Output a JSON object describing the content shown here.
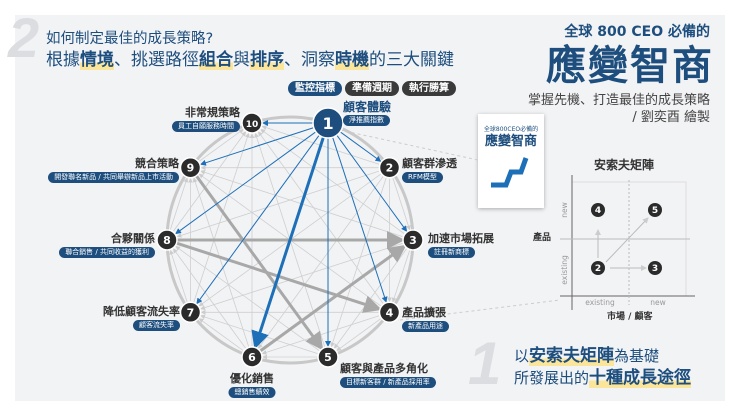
{
  "header": {
    "question": "如何制定最佳的成長策略?",
    "line2": [
      {
        "t": "根據",
        "b": false
      },
      {
        "t": "情境",
        "b": true
      },
      {
        "t": "、挑選路徑",
        "b": false
      },
      {
        "t": "組合",
        "b": true
      },
      {
        "t": "與",
        "b": false
      },
      {
        "t": "排序",
        "b": true
      },
      {
        "t": "、洞察",
        "b": false
      },
      {
        "t": "時機",
        "b": true
      },
      {
        "t": "的三大關鍵",
        "b": false
      }
    ],
    "tags": [
      {
        "label": "監控指標",
        "color": "#1d4e7e"
      },
      {
        "label": "準備週期",
        "color": "#3a3a3a"
      },
      {
        "label": "執行勝算",
        "color": "#3a3a3a"
      }
    ],
    "section_number": "2"
  },
  "brand": {
    "subtitle": "全球 800 CEO 必備的",
    "title": "應變智商",
    "tagline": "掌握先機、打造最佳的成長策略",
    "author": "/ 劉奕酉 繪製"
  },
  "book": {
    "small": "全球800CEO必備的",
    "title": "應變智商"
  },
  "nodes": [
    {
      "n": "1",
      "name": "顧客體驗",
      "metric": "淨推薦指數"
    },
    {
      "n": "2",
      "name": "顧客群滲透",
      "metric": "RFM模型"
    },
    {
      "n": "3",
      "name": "加速市場拓展",
      "metric": "註冊新商標"
    },
    {
      "n": "4",
      "name": "產品擴張",
      "metric": "新產品用途"
    },
    {
      "n": "5",
      "name": "顧客與產品多角化",
      "metric": "目標新客群 / 新產品採用率"
    },
    {
      "n": "6",
      "name": "優化銷售",
      "metric": "總銷售績效"
    },
    {
      "n": "7",
      "name": "降低顧客流失率",
      "metric": "顧客流失率"
    },
    {
      "n": "8",
      "name": "合夥關係",
      "metric": "聯合銷售 / 共同收益的獲利"
    },
    {
      "n": "9",
      "name": "競合策略",
      "metric": "開發聯名新品 / 共同舉辦新品上市活動"
    },
    {
      "n": "10",
      "name": "非常規策略",
      "metric": "員工自願服務時間"
    }
  ],
  "colors": {
    "blue": "#1d6fb8",
    "navy": "#1d4e7e",
    "node": "#2b2b2b",
    "gray": "#a8a8a8"
  },
  "matrix": {
    "title": "安索夫矩陣",
    "y_label": "產品",
    "x_label": "市場 / 顧客",
    "y_ticks": [
      "existing",
      "new"
    ],
    "x_ticks": [
      "existing",
      "new"
    ],
    "cells": [
      "4",
      "5",
      "2",
      "3"
    ]
  },
  "footer": {
    "section_number": "1",
    "l1a": "以",
    "l1b": "安索夫矩陣",
    "l1c": "為基礎",
    "l2a": "所發展出的",
    "l2b": "十種成長途徑"
  }
}
